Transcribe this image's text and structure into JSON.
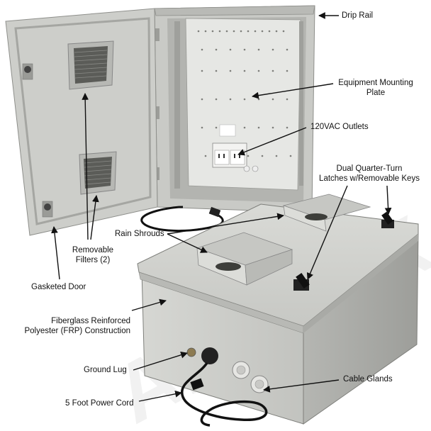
{
  "labels": {
    "drip_rail": "Drip Rail",
    "mounting_plate_1": "Equipment Mounting",
    "mounting_plate_2": "Plate",
    "outlets": "120VAC Outlets",
    "latches_1": "Dual Quarter-Turn",
    "latches_2": "Latches w/Removable Keys",
    "rain_shrouds": "Rain Shrouds",
    "filters_1": "Removable",
    "filters_2": "Filters (2)",
    "gasketed_door": "Gasketed Door",
    "frp_1": "Fiberglass Reinforced",
    "frp_2": "Polyester (FRP) Construction",
    "ground_lug": "Ground Lug",
    "cable_glands": "Cable Glands",
    "power_cord": "5 Foot Power Cord"
  },
  "watermark": "ALTELIX",
  "colors": {
    "enclosure": "#cfd0cc",
    "enclosure_dark": "#a9aaa6",
    "mounting_plate": "#e6e7e4",
    "cord": "#111111",
    "label_text": "#111111"
  }
}
